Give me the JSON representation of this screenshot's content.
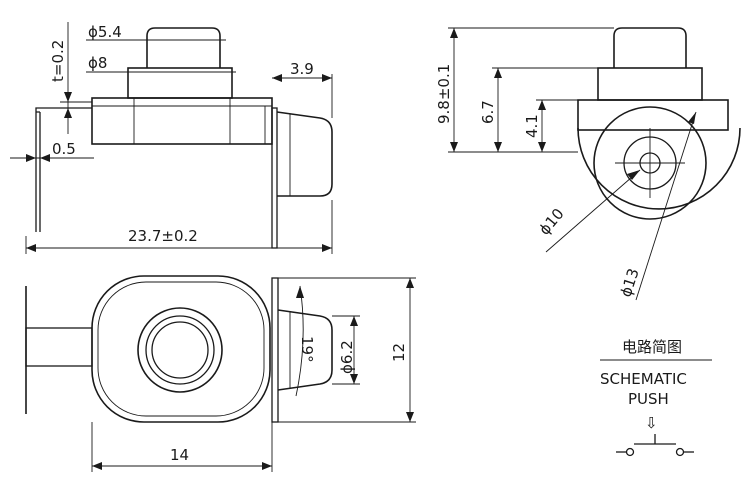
{
  "side_view": {
    "dia_cap": "ϕ5.4",
    "dia_base": "ϕ8",
    "thickness": "t=0.2",
    "gap": "0.5",
    "protrusion": "3.9",
    "length": "23.7±0.2"
  },
  "end_view": {
    "total_height": "9.8±0.1",
    "body_height": "6.7",
    "base_height": "4.1",
    "dia_inner": "ϕ10",
    "dia_outer": "ϕ13"
  },
  "top_view": {
    "width": "14",
    "angle": "19°",
    "dia_shaft": "ϕ6.2",
    "height": "12"
  },
  "schematic": {
    "title_cn": "电路简图",
    "label_line1": "SCHEMATIC",
    "label_line2": "PUSH",
    "arrow_glyph": "⇩"
  }
}
